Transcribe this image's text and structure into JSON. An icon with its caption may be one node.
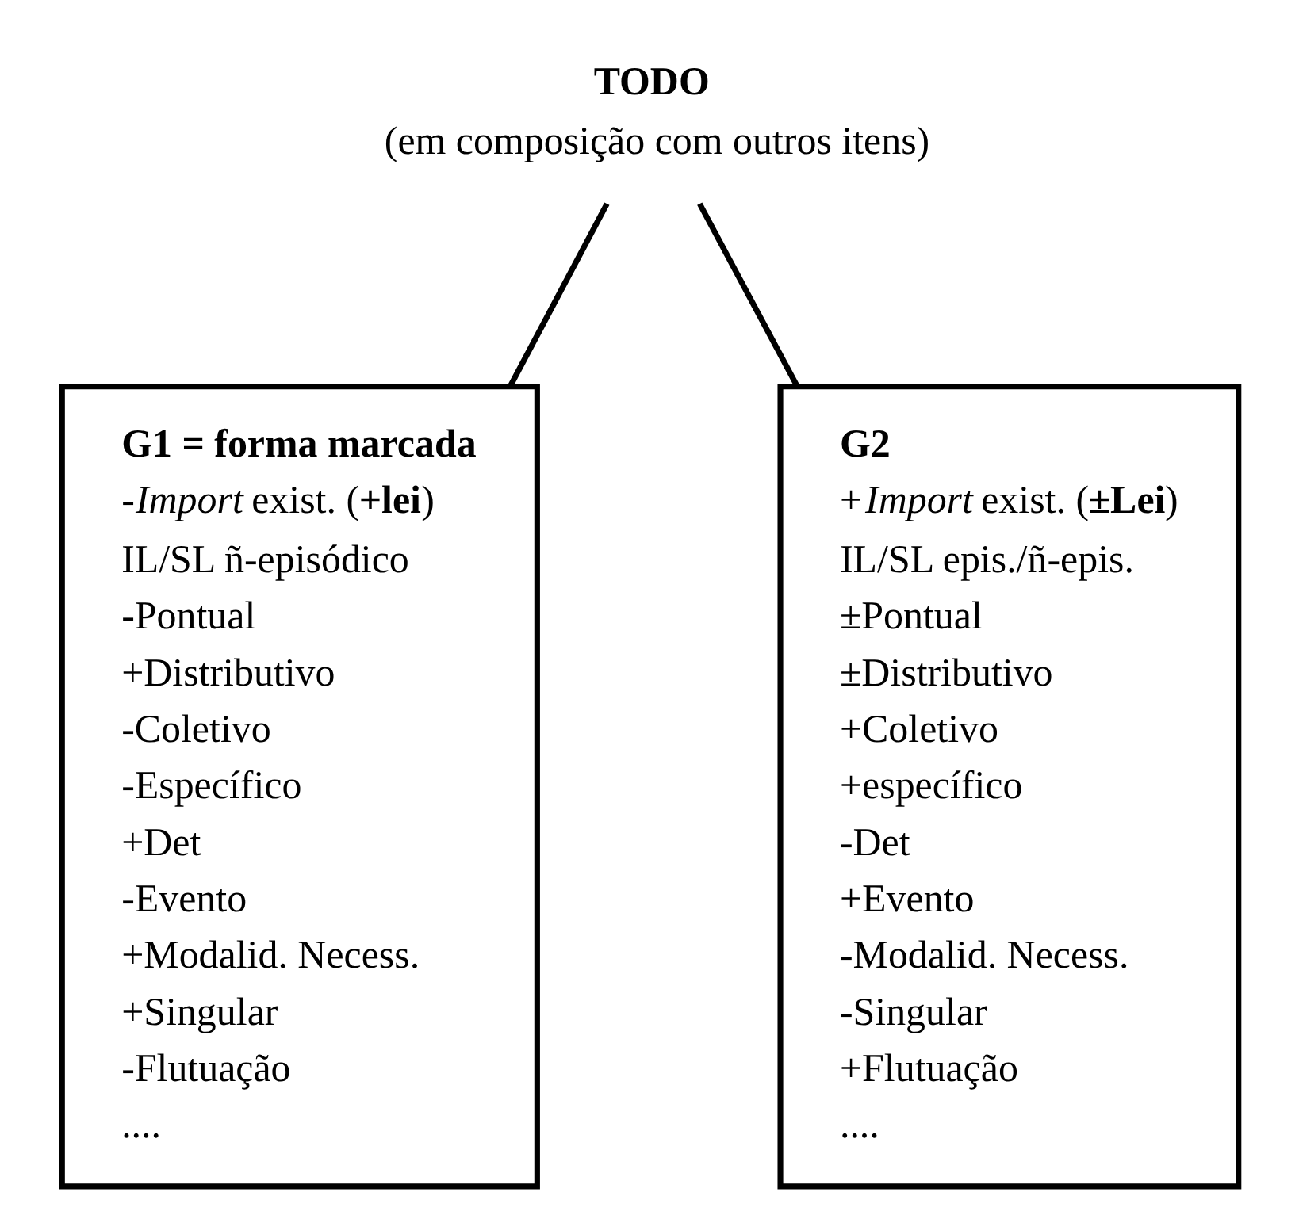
{
  "diagram": {
    "nodes": [
      {
        "text": [
          "TODO",
          "(em composição com outros itens)"
        ]
      },
      {
        "text": [
          "G1 = forma marcada",
          "-*Import* exist. (**+lei**)",
          "IL/SL ñ-episódico",
          "-Pontual",
          "+Distributivo",
          "-Coletivo",
          "-Específico",
          "+Det",
          "-Evento",
          "+Modalid. Necess.",
          "+Singular",
          "-Flutuação",
          "...."
        ]
      },
      {
        "text": [
          "G2",
          "+*Import* exist. (**±Lei**)",
          "IL/SL epis./ñ-epis.",
          "±Pontual",
          "±Distributivo",
          "+Coletivo",
          "+específico",
          "-Det",
          "+Evento",
          "-Modalid. Necess.",
          "-Singular",
          "+Flutuação",
          "...."
        ]
      }
    ],
    "edges": [
      {
        "from": 0,
        "to": 1,
        "arrow": "none"
      },
      {
        "from": 0,
        "to": 2,
        "arrow": "none"
      }
    ]
  }
}
